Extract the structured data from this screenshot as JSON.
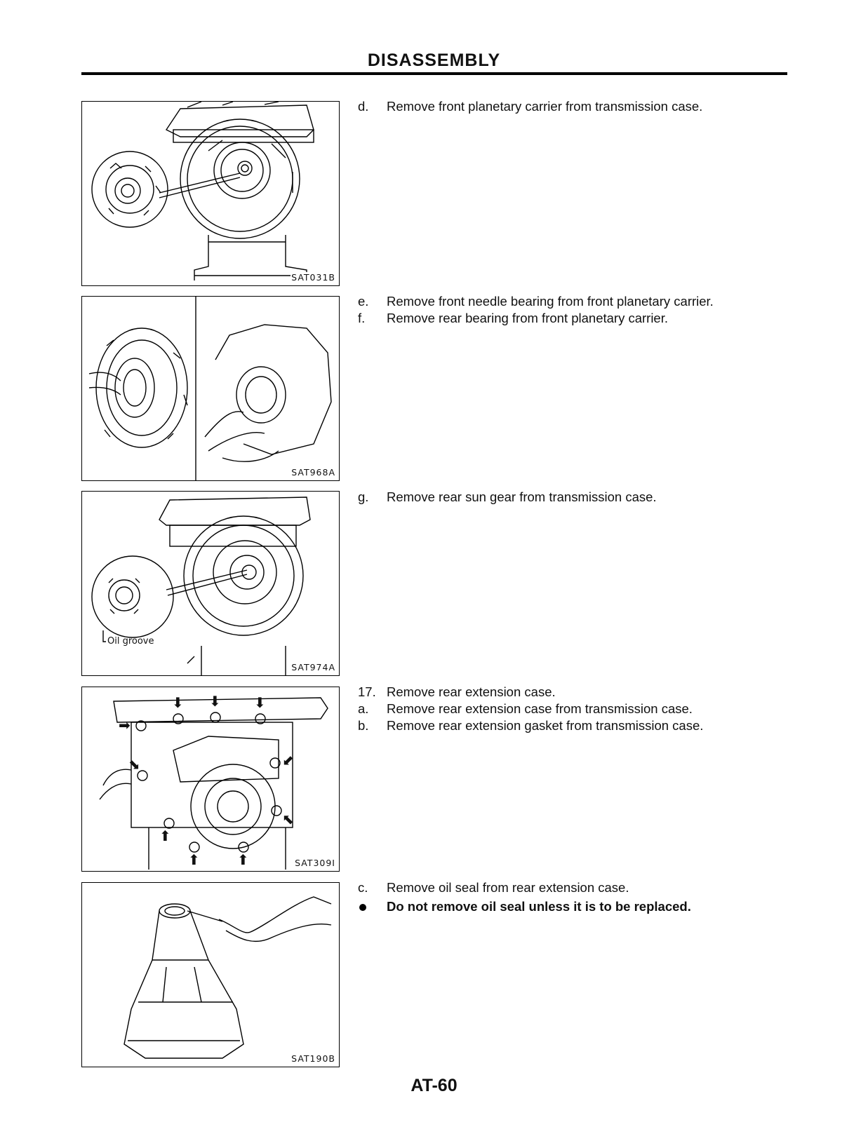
{
  "page": {
    "title": "DISASSEMBLY",
    "page_number": "AT-60"
  },
  "sections": [
    {
      "figure_code": "SAT031B",
      "steps": [
        {
          "marker": "d.",
          "text": "Remove front planetary carrier from transmission case."
        }
      ]
    },
    {
      "figure_code": "SAT968A",
      "steps": [
        {
          "marker": "e.",
          "text": "Remove front needle bearing from front planetary carrier."
        },
        {
          "marker": "f.",
          "text": "Remove rear bearing from front planetary carrier."
        }
      ]
    },
    {
      "figure_code": "SAT974A",
      "figure_label": "Oil groove",
      "steps": [
        {
          "marker": "g.",
          "text": "Remove rear sun gear from transmission case."
        }
      ]
    },
    {
      "figure_code": "SAT309I",
      "steps": [
        {
          "marker": "17.",
          "text": "Remove rear extension case."
        },
        {
          "marker": "a.",
          "text": "Remove rear extension case from transmission case."
        },
        {
          "marker": "b.",
          "text": "Remove rear extension gasket from transmission case."
        }
      ]
    },
    {
      "figure_code": "SAT190B",
      "steps": [
        {
          "marker": "c.",
          "text": "Remove oil seal from rear extension case."
        },
        {
          "marker": "bullet",
          "text": "Do not remove oil seal unless it is to be replaced.",
          "bold": true
        }
      ]
    }
  ]
}
